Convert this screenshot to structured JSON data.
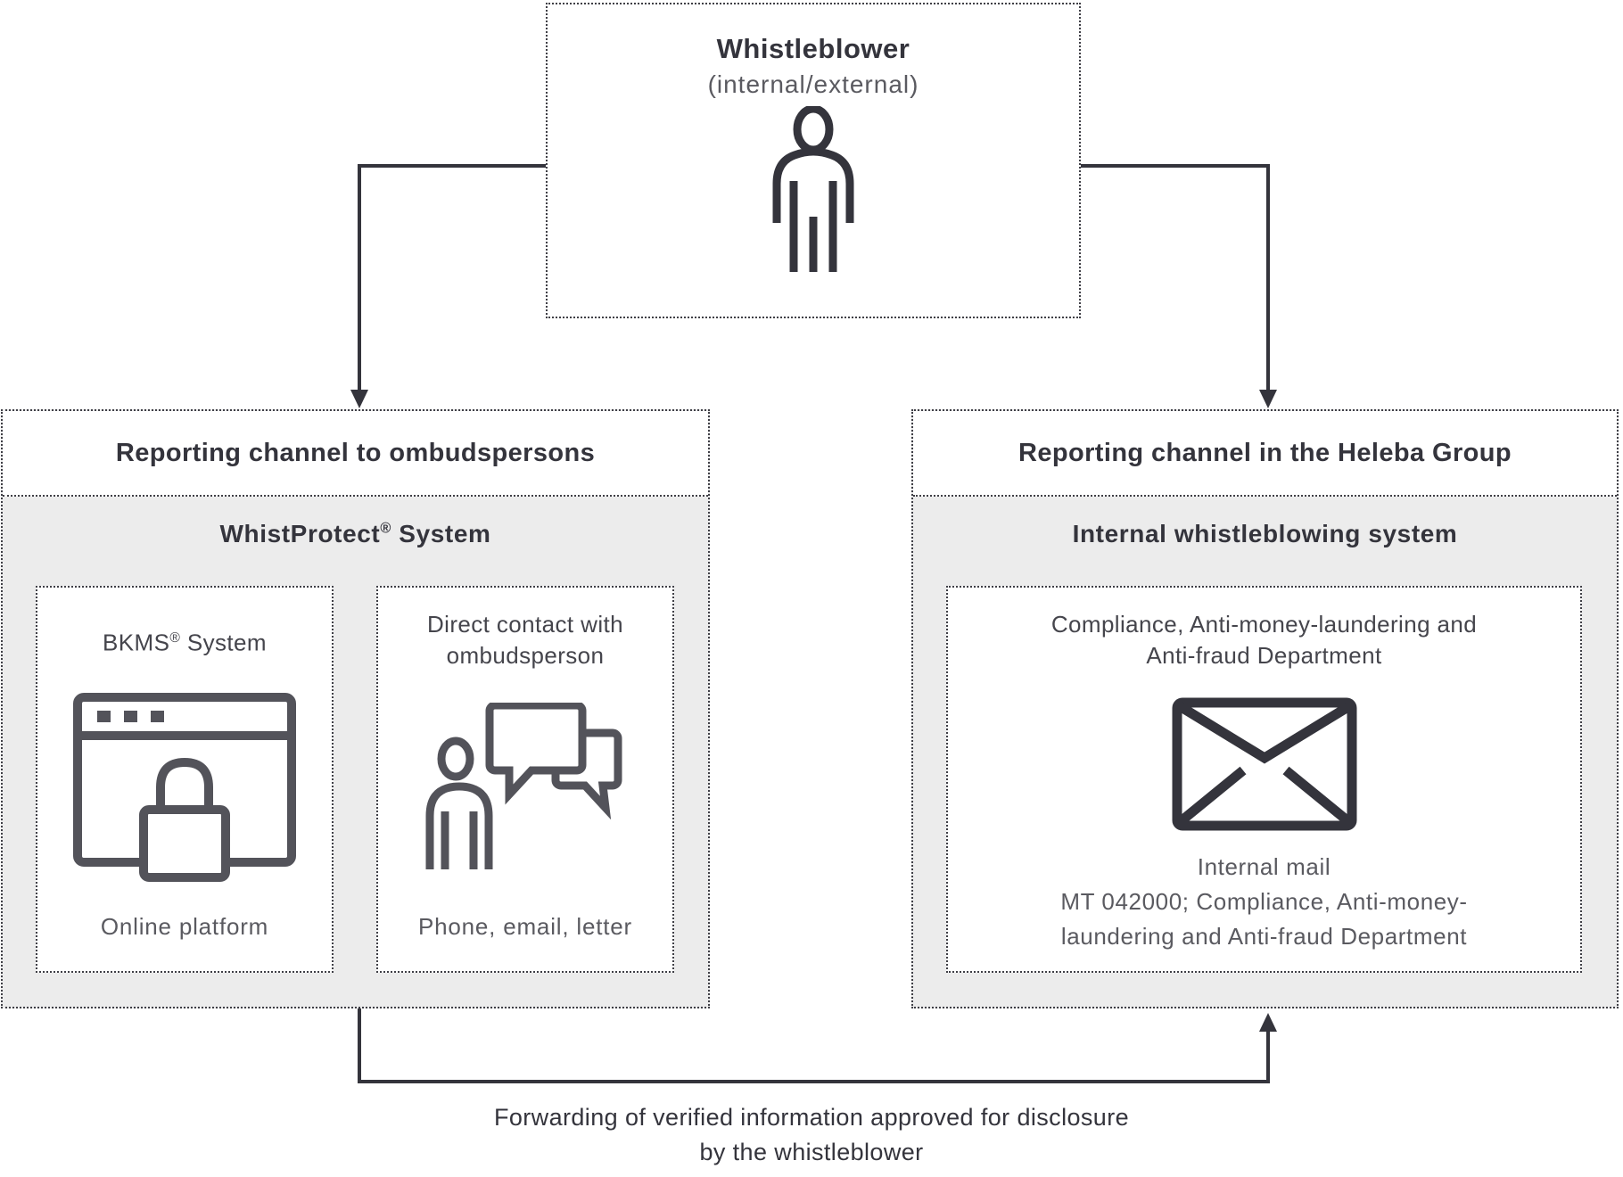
{
  "colors": {
    "ink": "#34343c",
    "panel_background": "#ececec",
    "secondary_text": "#5a5a60",
    "subbox_title_text": "#45454c",
    "icon_gray": "#53535a"
  },
  "whistleblower_box": {
    "title": "Whistleblower",
    "subtitle": "(internal/external)",
    "icon": "person-icon"
  },
  "left_panel": {
    "header": "Reporting channel to ombudspersons",
    "system_name": "WhistProtect",
    "system_reg": "®",
    "system_suffix": " System",
    "bkms_box": {
      "name": "BKMS",
      "reg": "®",
      "suffix": " System",
      "icon": "secure-browser-icon",
      "caption": "Online platform"
    },
    "direct_box": {
      "title_line1": "Direct contact with",
      "title_line2": "ombudsperson",
      "icon": "conversation-icon",
      "caption": "Phone, email, letter"
    }
  },
  "right_panel": {
    "header": "Reporting channel in the Heleba Group",
    "system_title": "Internal whistleblowing system",
    "department_box": {
      "title_line1": "Compliance, Anti-money-laundering and",
      "title_line2": "Anti-fraud Department",
      "icon": "envelope-icon",
      "caption_line1": "Internal mail",
      "caption_line2": "MT 042000; Compliance, Anti-money-",
      "caption_line3": "laundering and Anti-fraud Department"
    }
  },
  "forwarding_note": {
    "line1": "Forwarding of verified information approved for disclosure",
    "line2": "by the whistleblower"
  }
}
